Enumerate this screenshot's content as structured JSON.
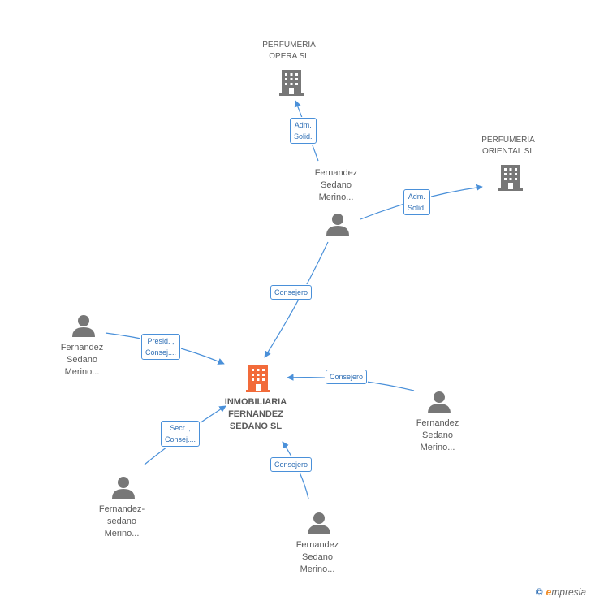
{
  "nodes": {
    "perfumeria_opera": {
      "line1": "PERFUMERIA",
      "line2": "OPERA SL"
    },
    "perfumeria_oriental": {
      "line1": "PERFUMERIA",
      "line2": "ORIENTAL SL"
    },
    "person_top": {
      "line1": "Fernandez",
      "line2": "Sedano",
      "line3": "Merino..."
    },
    "person_left": {
      "line1": "Fernandez",
      "line2": "Sedano",
      "line3": "Merino..."
    },
    "main_company": {
      "line1": "INMOBILIARIA",
      "line2": "FERNANDEZ",
      "line3": "SEDANO SL"
    },
    "person_right": {
      "line1": "Fernandez",
      "line2": "Sedano",
      "line3": "Merino..."
    },
    "person_bottom_left": {
      "line1": "Fernandez-",
      "line2": "sedano",
      "line3": "Merino..."
    },
    "person_bottom": {
      "line1": "Fernandez",
      "line2": "Sedano",
      "line3": "Merino..."
    }
  },
  "edges": {
    "top_to_opera": {
      "line1": "Adm.",
      "line2": "Solid."
    },
    "top_to_oriental": {
      "line1": "Adm.",
      "line2": "Solid."
    },
    "top_to_main": {
      "line1": "Consejero"
    },
    "left_to_main": {
      "line1": "Presid. ,",
      "line2": "Consej...."
    },
    "right_to_main": {
      "line1": "Consejero"
    },
    "bottom_left_to_main": {
      "line1": "Secr. ,",
      "line2": "Consej...."
    },
    "bottom_to_main": {
      "line1": "Consejero"
    }
  },
  "colors": {
    "edge": "#4a90d9",
    "company_icon": "#777777",
    "main_icon": "#f26b3a",
    "person_icon": "#777777"
  },
  "watermark": {
    "symbol": "©",
    "brand_initial": "e",
    "brand_rest": "mpresia"
  }
}
